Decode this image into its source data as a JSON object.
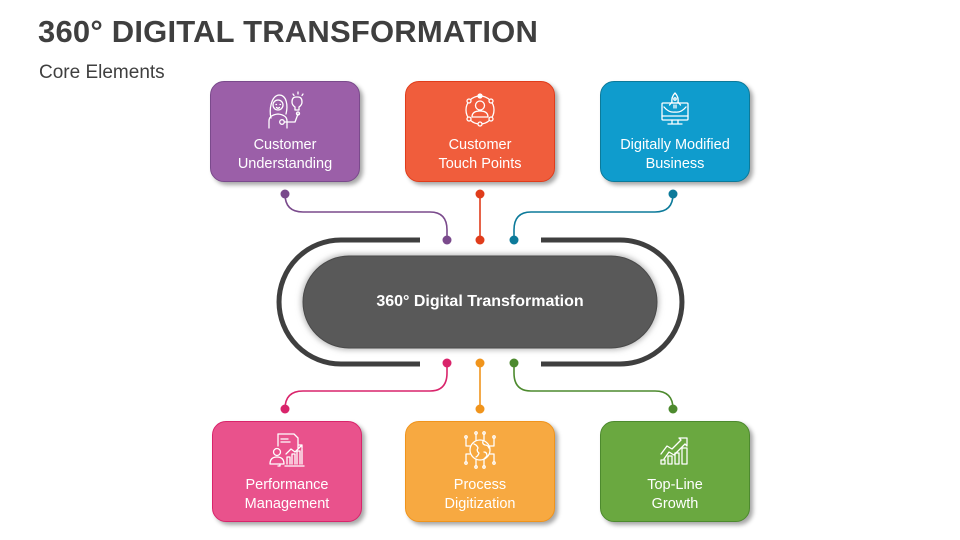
{
  "header": {
    "title": "360° DIGITAL TRANSFORMATION",
    "subtitle": "Core Elements"
  },
  "hub": {
    "label": "360° Digital Transformation",
    "fill_color": "#595959",
    "ring_color": "#3f3f3f"
  },
  "elements": [
    {
      "id": "customer-understanding",
      "label_line1": "Customer",
      "label_line2": "Understanding",
      "icon": "woman-idea-icon",
      "color": "#9b5fa8",
      "connector_color": "#7a4a8c",
      "position": "top-left"
    },
    {
      "id": "customer-touch-points",
      "label_line1": "Customer",
      "label_line2": "Touch Points",
      "icon": "customer-network-icon",
      "color": "#f05d3c",
      "connector_color": "#e03c1b",
      "position": "top-center"
    },
    {
      "id": "digitally-modified-business",
      "label_line1": "Digitally Modified",
      "label_line2": "Business",
      "icon": "rocket-monitor-icon",
      "color": "#0f9ccd",
      "connector_color": "#0c7a9a",
      "position": "top-right"
    },
    {
      "id": "performance-management",
      "label_line1": "Performance",
      "label_line2": "Management",
      "icon": "performance-report-icon",
      "color": "#e9528c",
      "connector_color": "#d9246b",
      "position": "bottom-left"
    },
    {
      "id": "process-digitization",
      "label_line1": "Process",
      "label_line2": "Digitization",
      "icon": "globe-circuit-icon",
      "color": "#f7a941",
      "connector_color": "#f0941c",
      "position": "bottom-center"
    },
    {
      "id": "top-line-growth",
      "label_line1": "Top-Line",
      "label_line2": "Growth",
      "icon": "growth-chart-icon",
      "color": "#6aa840",
      "connector_color": "#4d8a2e",
      "position": "bottom-right"
    }
  ]
}
